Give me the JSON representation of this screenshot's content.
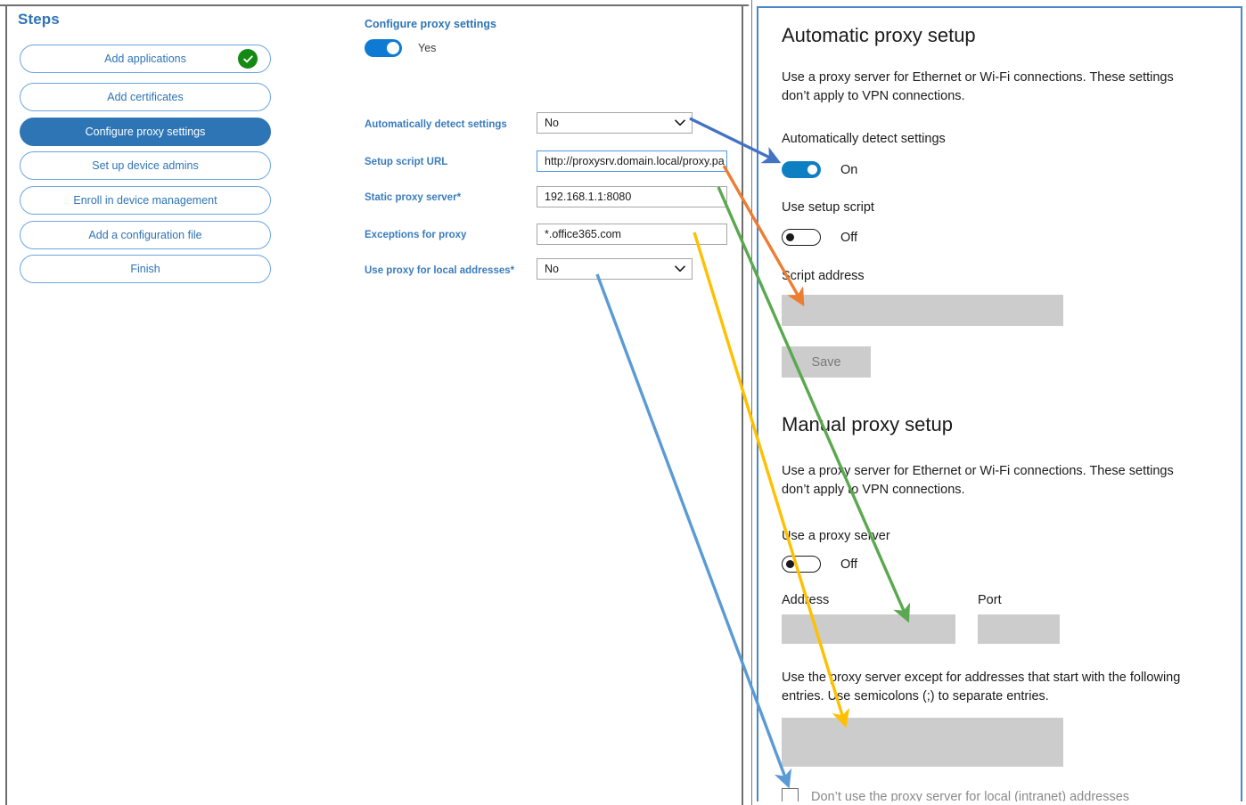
{
  "steps_panel": {
    "title": "Steps",
    "items": [
      {
        "label": "Add applications",
        "state": "complete",
        "icon": "check-circle-icon"
      },
      {
        "label": "Add certificates",
        "state": "default"
      },
      {
        "label": "Configure proxy settings",
        "state": "active"
      },
      {
        "label": "Set up device admins",
        "state": "default"
      },
      {
        "label": "Enroll in device management",
        "state": "default"
      },
      {
        "label": "Add a configuration file",
        "state": "default"
      },
      {
        "label": "Finish",
        "state": "default"
      }
    ]
  },
  "form": {
    "title": "Configure proxy settings",
    "enable_toggle": {
      "state": "on",
      "label": "Yes"
    },
    "fields": [
      {
        "label": "Automatically detect settings",
        "required": false,
        "type": "select",
        "value": "No",
        "icon": "chevron-down-icon"
      },
      {
        "label": "Setup script URL",
        "required": false,
        "type": "text",
        "value": "http://proxysrv.domain.local/proxy.pa",
        "focused": true
      },
      {
        "label": "Static proxy server",
        "required": true,
        "type": "text",
        "value": "192.168.1.1:8080"
      },
      {
        "label": "Exceptions for proxy",
        "required": true,
        "type": "text",
        "value": "*.office365.com"
      },
      {
        "label": "Use proxy for local addresses",
        "required": true,
        "type": "select",
        "value": "No",
        "icon": "chevron-down-icon"
      }
    ],
    "required_marker": "*"
  },
  "windows_settings": {
    "automatic": {
      "heading": "Automatic proxy setup",
      "description": "Use a proxy server for Ethernet or Wi-Fi connections. These settings don’t apply to VPN connections.",
      "detect_label": "Automatically detect settings",
      "detect_toggle": {
        "state": "on",
        "label": "On"
      },
      "script_label": "Use setup script",
      "script_toggle": {
        "state": "off",
        "label": "Off"
      },
      "script_address_label": "Script address",
      "script_address_value": "",
      "save_label": "Save"
    },
    "manual": {
      "heading": "Manual proxy setup",
      "description": "Use a proxy server for Ethernet or Wi-Fi connections. These settings don’t apply to VPN connections.",
      "use_proxy_label": "Use a proxy server",
      "use_proxy_toggle": {
        "state": "off",
        "label": "Off"
      },
      "address_label": "Address",
      "address_value": "",
      "port_label": "Port",
      "port_value": "",
      "exceptions_description": "Use the proxy server except for addresses that start with the following entries. Use semicolons (;) to separate entries.",
      "exceptions_value": "",
      "bypass_checkbox": {
        "checked": false,
        "label": "Don’t use the proxy server for local (intranet) addresses"
      }
    }
  },
  "annotations": {
    "arrows": [
      {
        "name": "arrow-detect-settings",
        "color": "#4472c4",
        "from_label": "Automatically detect settings",
        "to_label": "Automatically detect settings toggle"
      },
      {
        "name": "arrow-setup-script-url",
        "color": "#ed7d31",
        "from_label": "Setup script URL",
        "to_label": "Script address"
      },
      {
        "name": "arrow-static-proxy-server",
        "color": "#5aa84f",
        "from_label": "Static proxy server",
        "to_label": "Address"
      },
      {
        "name": "arrow-exceptions-for-proxy",
        "color": "#ffc000",
        "from_label": "Exceptions for proxy",
        "to_label": "Exceptions box"
      },
      {
        "name": "arrow-use-proxy-local",
        "color": "#5b9bd5",
        "from_label": "Use proxy for local addresses",
        "to_label": "Don’t use the proxy server for local (intranet) addresses"
      }
    ]
  },
  "colors": {
    "accent_blue": "#2e75b6",
    "label_blue": "#3a7cbd",
    "toggle_on": "#0f7ad4",
    "win_toggle_on": "#0f7fc4",
    "success_green": "#138a13",
    "field_gray": "#cccccc",
    "panel_border": "#4a86c8"
  }
}
